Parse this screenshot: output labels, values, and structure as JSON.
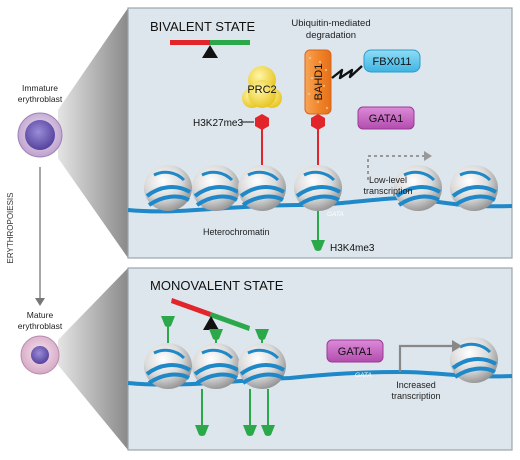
{
  "left": {
    "immature_label": [
      "Immature",
      "erythroblast"
    ],
    "mature_label": [
      "Mature",
      "erythroblast"
    ],
    "axis_label": "ERYTHROPOIESIS"
  },
  "top_panel": {
    "title": "BIVALENT STATE",
    "degradation_label": [
      "Ubiquitin-mediated",
      "degradation"
    ],
    "prc2": "PRC2",
    "bahd1": "BAHD1",
    "fbx": "FBX011",
    "gata1": "GATA1",
    "h3k27": "H3K27me3",
    "h3k4": "H3K4me3",
    "heterochromatin": "Heterochromatin",
    "gata_site": "GATA",
    "transcription": [
      "Low-level",
      "transcription"
    ]
  },
  "bottom_panel": {
    "title": "MONOVALENT STATE",
    "gata1": "GATA1",
    "gata_site": "GATA",
    "transcription": [
      "Increased",
      "transcription"
    ]
  },
  "colors": {
    "panel_bg": "#dde6ec",
    "dna_blue": "#1e88c8",
    "red_mark": "#e2252b",
    "green_mark": "#2aa84a",
    "gata_purple": "#c35fbf",
    "prc2_yellow": "#f2d52a",
    "bahd1_orange": "#f2862a",
    "fbx_blue": "#55c3ea"
  }
}
